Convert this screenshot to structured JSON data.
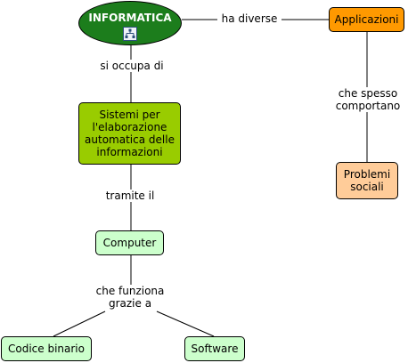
{
  "concept_map": {
    "nodes": {
      "informatica": {
        "label": "INFORMATICA",
        "icon": "concept-map-icon"
      },
      "applicazioni": {
        "label": "Applicazioni"
      },
      "sistemi": {
        "label": "Sistemi per\nl'elaborazione\nautomatica delle\ninformazioni"
      },
      "problemi": {
        "label": "Problemi\nsociali"
      },
      "computer": {
        "label": "Computer"
      },
      "codice_binario": {
        "label": "Codice binario"
      },
      "software": {
        "label": "Software"
      }
    },
    "links": {
      "ha_diverse": "ha diverse",
      "si_occupa_di": "si occupa di",
      "che_spesso_comportano": "che spesso\ncomportano",
      "tramite_il": "tramite il",
      "che_funziona_grazie_a": "che funziona\ngrazie a"
    },
    "colors": {
      "root_fill": "#1c7d1c",
      "applicazioni_fill": "#ff9900",
      "sistemi_fill": "#99cc00",
      "problemi_fill": "#ffcc99",
      "leaf_fill": "#ccffcc"
    }
  }
}
